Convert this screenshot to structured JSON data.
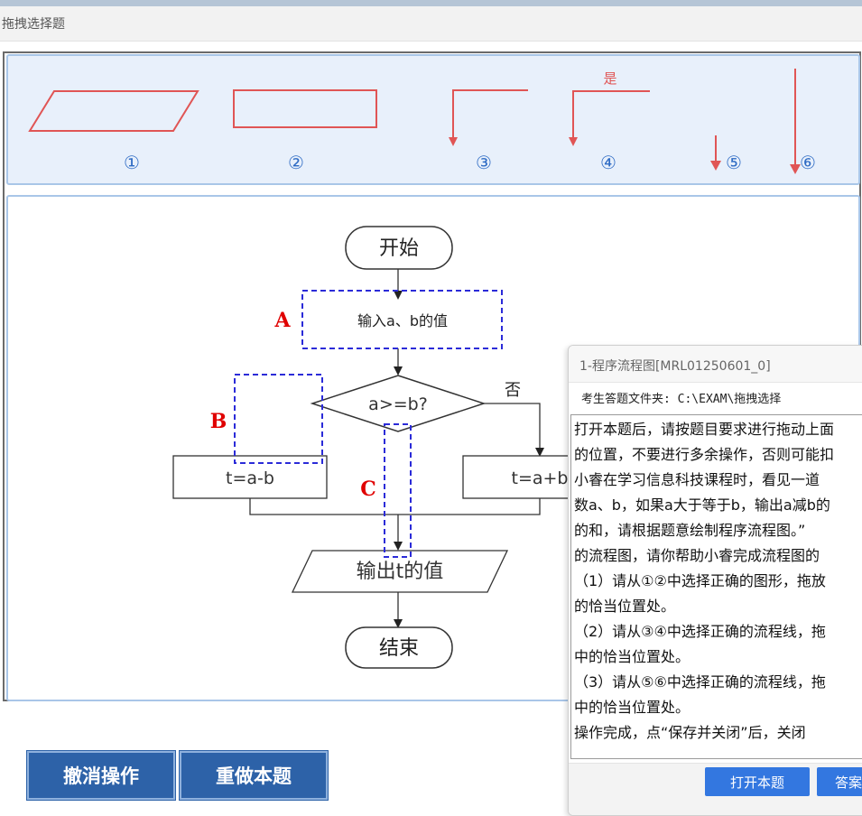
{
  "window": {
    "title": "拖拽选择题"
  },
  "shapes": {
    "numbers": [
      "①",
      "②",
      "③",
      "④",
      "⑤",
      "⑥"
    ],
    "yes_label": "是"
  },
  "flowchart": {
    "start": "开始",
    "input": "输入a、b的值",
    "condition": "a>=b?",
    "no_label": "否",
    "left_process": "t=a-b",
    "right_process": "t=a+b",
    "output": "输出t的值",
    "end": "结束",
    "target_a": "A",
    "target_b": "B",
    "target_c": "C"
  },
  "buttons": {
    "undo": "撤消操作",
    "redo": "重做本题"
  },
  "colors": {
    "shape_red": "#e05555",
    "target_blue": "#2b2bd8",
    "label_red": "#e00000",
    "button_blue": "#2d62a8"
  },
  "dialog": {
    "title": "1-程序流程图[MRL01250601_0]",
    "folder": "考生答题文件夹: C:\\EXAM\\拖拽选择",
    "lines": [
      "打开本题后，请按题目要求进行拖动上面",
      "的位置，不要进行多余操作，否则可能扣",
      "小睿在学习信息科技课程时，看见一道",
      "数a、b，如果a大于等于b，输出a减b的",
      "的和，请根据题意绘制程序流程图。”",
      "的流程图，请你帮助小睿完成流程图的",
      "（1）请从①②中选择正确的图形，拖放",
      "的恰当位置处。",
      "（2）请从③④中选择正确的流程线，拖",
      "中的恰当位置处。",
      "（3）请从⑤⑥中选择正确的流程线，拖",
      "中的恰当位置处。",
      "操作完成，点“保存并关闭”后，关闭"
    ],
    "open_button": "打开本题",
    "answer_button": "答案"
  }
}
